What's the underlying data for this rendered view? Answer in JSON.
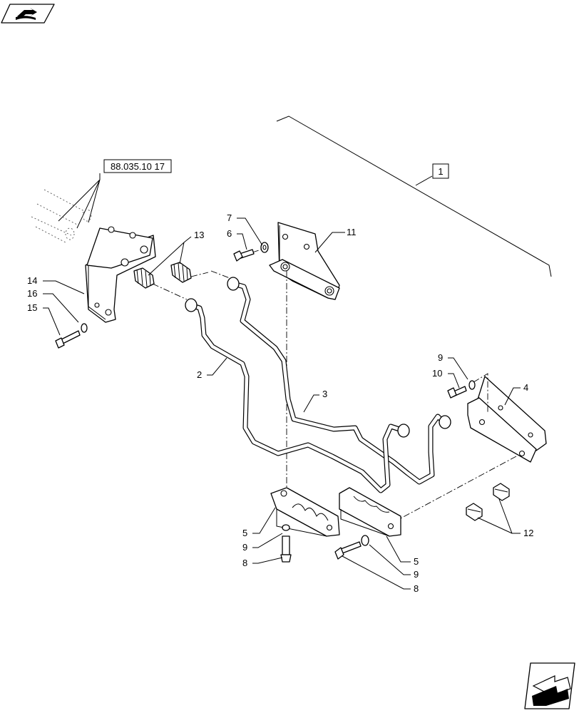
{
  "reference_code": "88.035.10 17",
  "group_callout": "1",
  "callouts": {
    "c2": "2",
    "c3": "3",
    "c4": "4",
    "c5a": "5",
    "c5b": "5",
    "c6": "6",
    "c7": "7",
    "c8a": "8",
    "c8b": "8",
    "c9a": "9",
    "c9b": "9",
    "c9c": "9",
    "c10": "10",
    "c11": "11",
    "c12": "12",
    "c13": "13",
    "c14": "14",
    "c15": "15",
    "c16": "16"
  },
  "icons": {
    "top_left": "book-with-arrow-icon",
    "bottom_right": "next-page-arrow-icon"
  }
}
